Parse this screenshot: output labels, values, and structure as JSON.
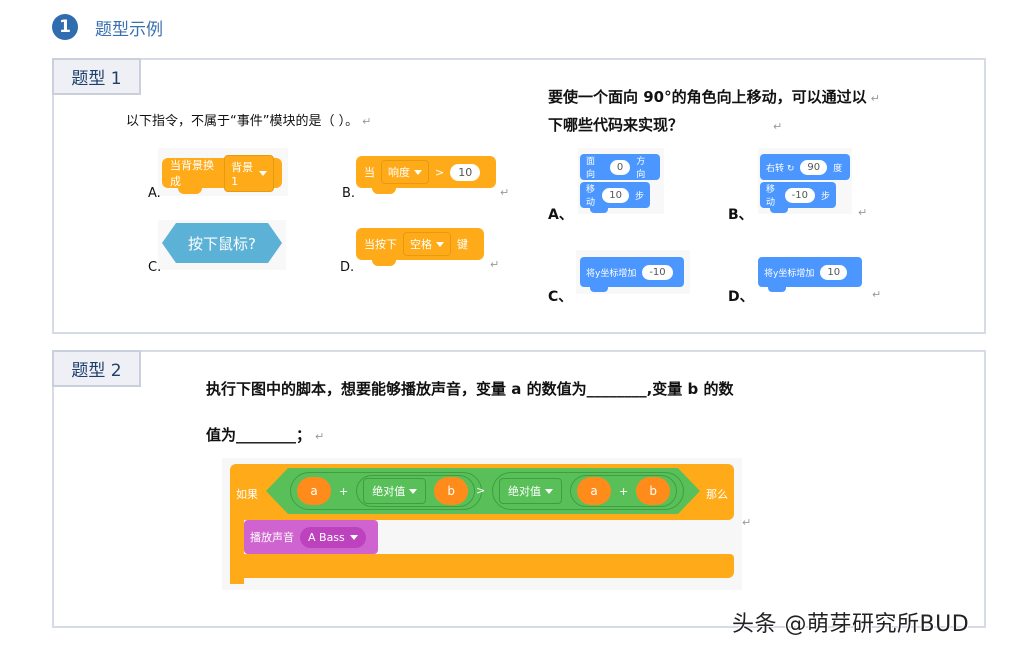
{
  "section": {
    "number": "1",
    "title": "题型示例",
    "accent": "#2f6db0"
  },
  "type1": {
    "tag": "题型 1",
    "question_left": {
      "text": "以下指令，不属于“事件”模块的是（      ）。",
      "options": [
        {
          "label": "A.",
          "block": {
            "kind": "hat",
            "text": "当背景换成",
            "dropdown": "背景1"
          }
        },
        {
          "label": "B.",
          "block": {
            "kind": "hat",
            "text": "当",
            "dropdown": "响度",
            "operator": ">",
            "value": "10"
          }
        },
        {
          "label": "C.",
          "block": {
            "kind": "sensing",
            "text": "按下鼠标?"
          }
        },
        {
          "label": "D.",
          "block": {
            "kind": "hat",
            "text": "当按下",
            "dropdown": "空格",
            "suffix": "键"
          }
        }
      ]
    },
    "question_right": {
      "line1": "要使一个面向 90°的角色向上移动，可以通过以",
      "line2": "下哪些代码来实现？",
      "options": [
        {
          "label": "A、",
          "blocks": [
            {
              "pre": "面向",
              "value": "0",
              "post": "方向"
            },
            {
              "pre": "移动",
              "value": "10",
              "post": "步"
            }
          ]
        },
        {
          "label": "B、",
          "blocks": [
            {
              "pre": "右转 ↻",
              "value": "90",
              "post": "度"
            },
            {
              "pre": "移动",
              "value": "-10",
              "post": "步"
            }
          ]
        },
        {
          "label": "C、",
          "blocks": [
            {
              "pre": "将y坐标增加",
              "value": "-10"
            }
          ]
        },
        {
          "label": "D、",
          "blocks": [
            {
              "pre": "将y坐标增加",
              "value": "10"
            }
          ]
        }
      ]
    }
  },
  "type2": {
    "tag": "题型 2",
    "line1": "执行下图中的脚本，想要能够播放声音，变量 a 的数值为________,变量 b 的数",
    "line2": "值为________；",
    "script": {
      "if_label": "如果",
      "then_label": "那么",
      "left": {
        "var1": "a",
        "op": "+",
        "func": "绝对值",
        "var2": "b"
      },
      "compare": ">",
      "right": {
        "func": "绝对值",
        "var1": "a",
        "op": "+",
        "var2": "b"
      },
      "sound_block": {
        "text": "播放声音",
        "sound": "A Bass"
      }
    }
  },
  "watermark": "头条 @萌芽研究所BUD",
  "return_mark": "↵"
}
